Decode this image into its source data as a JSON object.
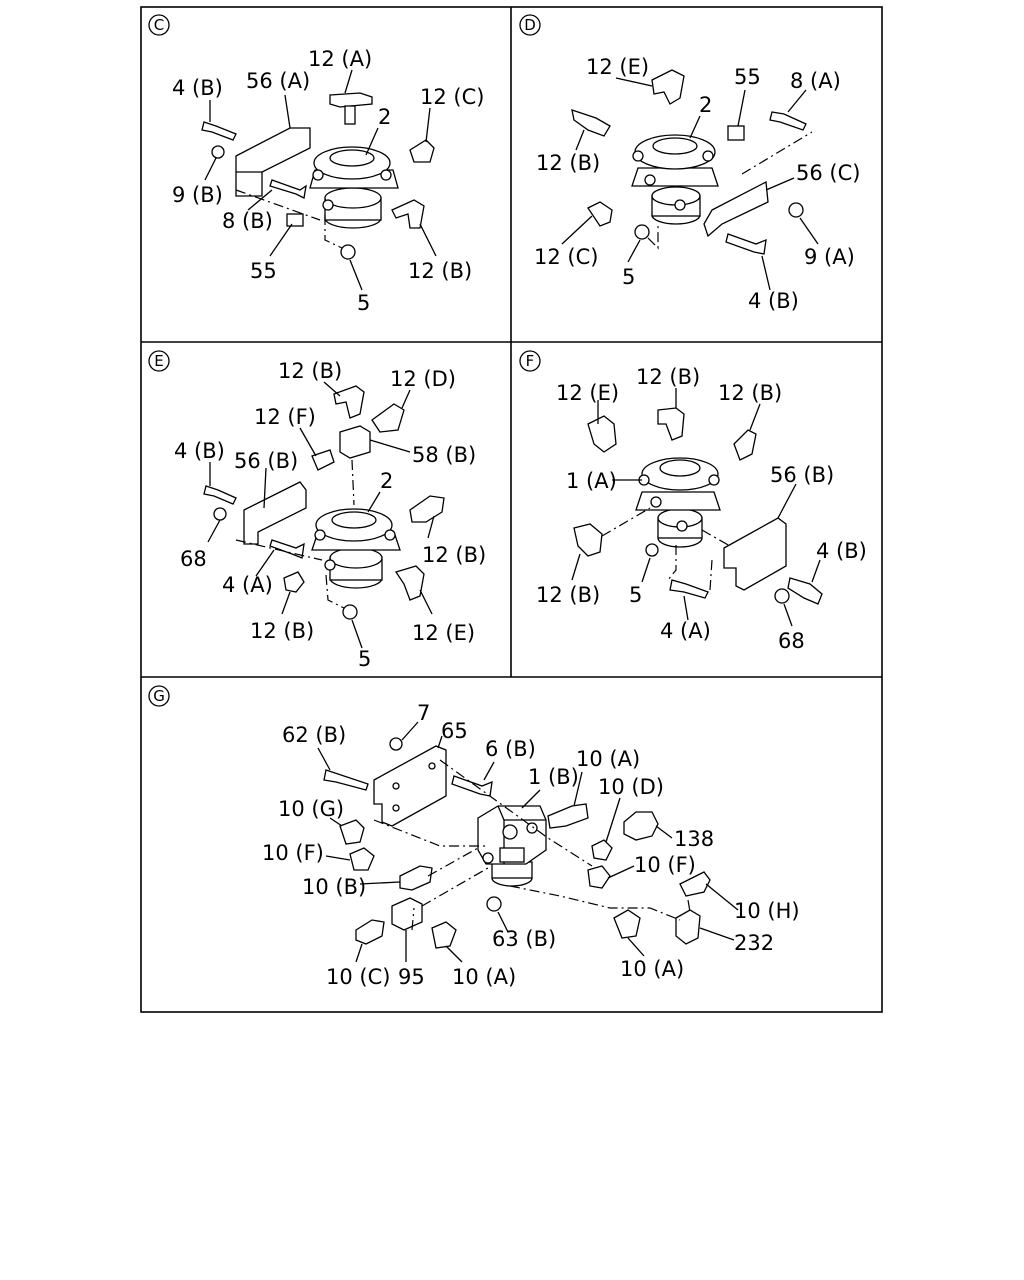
{
  "panels": [
    {
      "id": "C",
      "letter": "C",
      "labels": [
        "12 (A)",
        "4 (B)",
        "56 (A)",
        "12 (C)",
        "2",
        "9 (B)",
        "8 (B)",
        "55",
        "12 (B)",
        "5"
      ]
    },
    {
      "id": "D",
      "letter": "D",
      "labels": [
        "12 (E)",
        "55",
        "8 (A)",
        "2",
        "12 (B)",
        "56 (C)",
        "12 (C)",
        "9 (A)",
        "5",
        "4 (B)"
      ]
    },
    {
      "id": "E",
      "letter": "E",
      "labels": [
        "12 (B)",
        "12 (D)",
        "12 (F)",
        "58 (B)",
        "4 (B)",
        "56 (B)",
        "2",
        "68",
        "12 (B)",
        "4 (A)",
        "12 (B)",
        "12 (E)",
        "5"
      ]
    },
    {
      "id": "F",
      "letter": "F",
      "labels": [
        "12 (B)",
        "12 (E)",
        "12 (B)",
        "1 (A)",
        "56 (B)",
        "4 (B)",
        "12 (B)",
        "5",
        "4 (A)",
        "68"
      ]
    },
    {
      "id": "G",
      "letter": "G",
      "labels": [
        "7",
        "65",
        "62 (B)",
        "6 (B)",
        "10 (A)",
        "1 (B)",
        "10 (D)",
        "10 (G)",
        "138",
        "10 (F)",
        "10 (F)",
        "10 (B)",
        "10 (H)",
        "232",
        "63 (B)",
        "10 (C)",
        "95",
        "10 (A)",
        "10 (A)"
      ]
    }
  ]
}
